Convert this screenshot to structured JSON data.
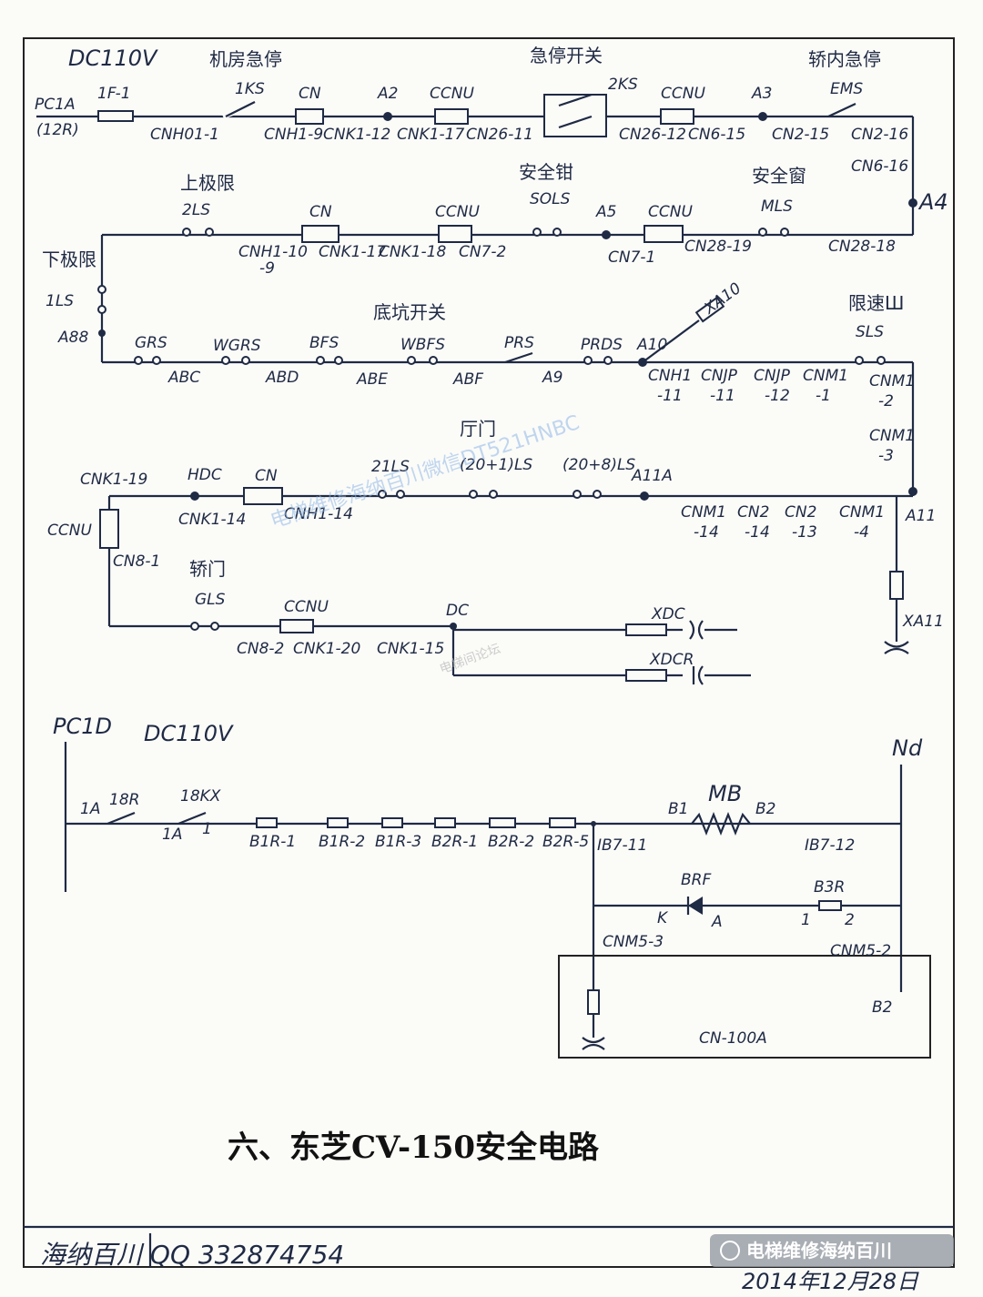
{
  "title": "六、东芝CV-150安全电路",
  "supply": {
    "pc1a": "PC1A",
    "pc1a_sub": "(12R)",
    "dc_top": "DC110V",
    "pc1d": "PC1D",
    "dc_bottom": "DC110V"
  },
  "row1": {
    "fuse": "1F-1",
    "fuse_conn": "CNH01-1",
    "machine_stop": "机房急停",
    "ks1": "1KS",
    "cn": "CN",
    "cn_l": "CNH1-9",
    "cn_r": "CNK1-12",
    "a2": "A2",
    "ccnu1": "CCNU",
    "ccnu1_l": "CNK1-17",
    "ccnu1_r": "CN26-11",
    "estop_switch": "急停开关",
    "ks2": "2KS",
    "ccnu2": "CCNU",
    "ccnu2_l": "CN26-12",
    "ccnu2_r": "CN6-15",
    "a3": "A3",
    "car_stop": "轿内急停",
    "ems": "EMS",
    "cn2_15": "CN2-15",
    "cn2_16": "CN2-16",
    "cn6_16": "CN6-16",
    "a4": "A4"
  },
  "row2": {
    "upper_limit": "上极限",
    "ls2": "2LS",
    "cn": "CN",
    "cn_l": "CNH1-10",
    "cn_l2": "-9",
    "cn_r": "CNK1-17",
    "ccnu": "CCNU",
    "ccnu_l": "CNK1-18",
    "ccnu_r": "CN7-2",
    "safety_gear": "安全钳",
    "sols": "SOLS",
    "a5": "A5",
    "ccnu2": "CCNU",
    "ccnu2_l": "CN7-1",
    "ccnu2_r": "CN28-19",
    "safety_window": "安全窗",
    "mls": "MLS",
    "cn28_18": "CN28-18"
  },
  "row3": {
    "lower_limit": "下极限",
    "ls1": "1LS",
    "a88": "A88",
    "pit_switch": "底坑开关",
    "grs": "GRS",
    "abc": "ABC",
    "wgrs": "WGRS",
    "abd": "ABD",
    "bfs": "BFS",
    "abe": "ABE",
    "wbfs": "WBFS",
    "abf": "ABF",
    "prs": "PRS",
    "a9": "A9",
    "prds": "PRDS",
    "a10": "A10",
    "xa10": "XA10",
    "cnh1_11": "CNH1",
    "cnh1_11b": "-11",
    "cnjp_11": "CNJP",
    "cnjp_11b": "-11",
    "cnjp_12": "CNJP",
    "cnjp_12b": "-12",
    "cnm1_1": "CNM1",
    "cnm1_1b": "-1",
    "speed_limit": "限速Ш",
    "sls": "SLS",
    "cnm1_2": "CNM1",
    "cnm1_2b": "-2",
    "cnm1_3": "CNM1",
    "cnm1_3b": "-3"
  },
  "row4": {
    "cnk1_19": "CNK1-19",
    "hdc": "HDC",
    "cnk1_14": "CNK1-14",
    "cn": "CN",
    "cnh1_14": "CNH1-14",
    "hall_door": "厅门",
    "ls21": "21LS",
    "ls20_1": "(20+1)LS",
    "ls20_8": "(20+8)LS",
    "a11a": "A11A",
    "cnm1_14": "CNM1",
    "cnm1_14b": "-14",
    "cn2_14": "CN2",
    "cn2_14b": "-14",
    "cn2_13": "CN2",
    "cn2_13b": "-13",
    "cnm1_4": "CNM1",
    "cnm1_4b": "-4",
    "a11": "A11",
    "xa11": "XA11",
    "ccnu": "CCNU",
    "cn8_1": "CN8-1"
  },
  "row5": {
    "car_door": "轿门",
    "gls": "GLS",
    "ccnu": "CCNU",
    "cn8_2": "CN8-2",
    "cnk1_20": "CNK1-20",
    "cnk1_15": "CNK1-15",
    "dc": "DC",
    "xdc": "XDC",
    "xdcr": "XDCR"
  },
  "brake": {
    "a1": "1A",
    "r18": "18R",
    "a1b": "1A",
    "kx18": "18KX",
    "one": "1",
    "b1r1": "B1R-1",
    "b1r2": "B1R-2",
    "b1r3": "B1R-3",
    "b2r1": "B2R-1",
    "b2r2": "B2R-2",
    "b2r5": "B2R-5",
    "ib7_11": "IB7-11",
    "b1": "B1",
    "mb": "MB",
    "b2": "B2",
    "ib7_12": "IB7-12",
    "nd": "Nd",
    "brf": "BRF",
    "k": "K",
    "a": "A",
    "b3r": "B3R",
    "p1": "1",
    "p2": "2",
    "cnm5_3": "CNM5-3",
    "cnm5_2": "CNM5-2",
    "b2b": "B2",
    "cn100a": "CN-100A"
  },
  "footer": {
    "author": "海纳百川  QQ 332874754",
    "date": "2014年12月28日",
    "brand": "电梯维修海纳百川"
  },
  "watermarks": {
    "blue": "电梯维修海纳百川微信DT521HNBC",
    "grey": "电梯间论坛"
  }
}
